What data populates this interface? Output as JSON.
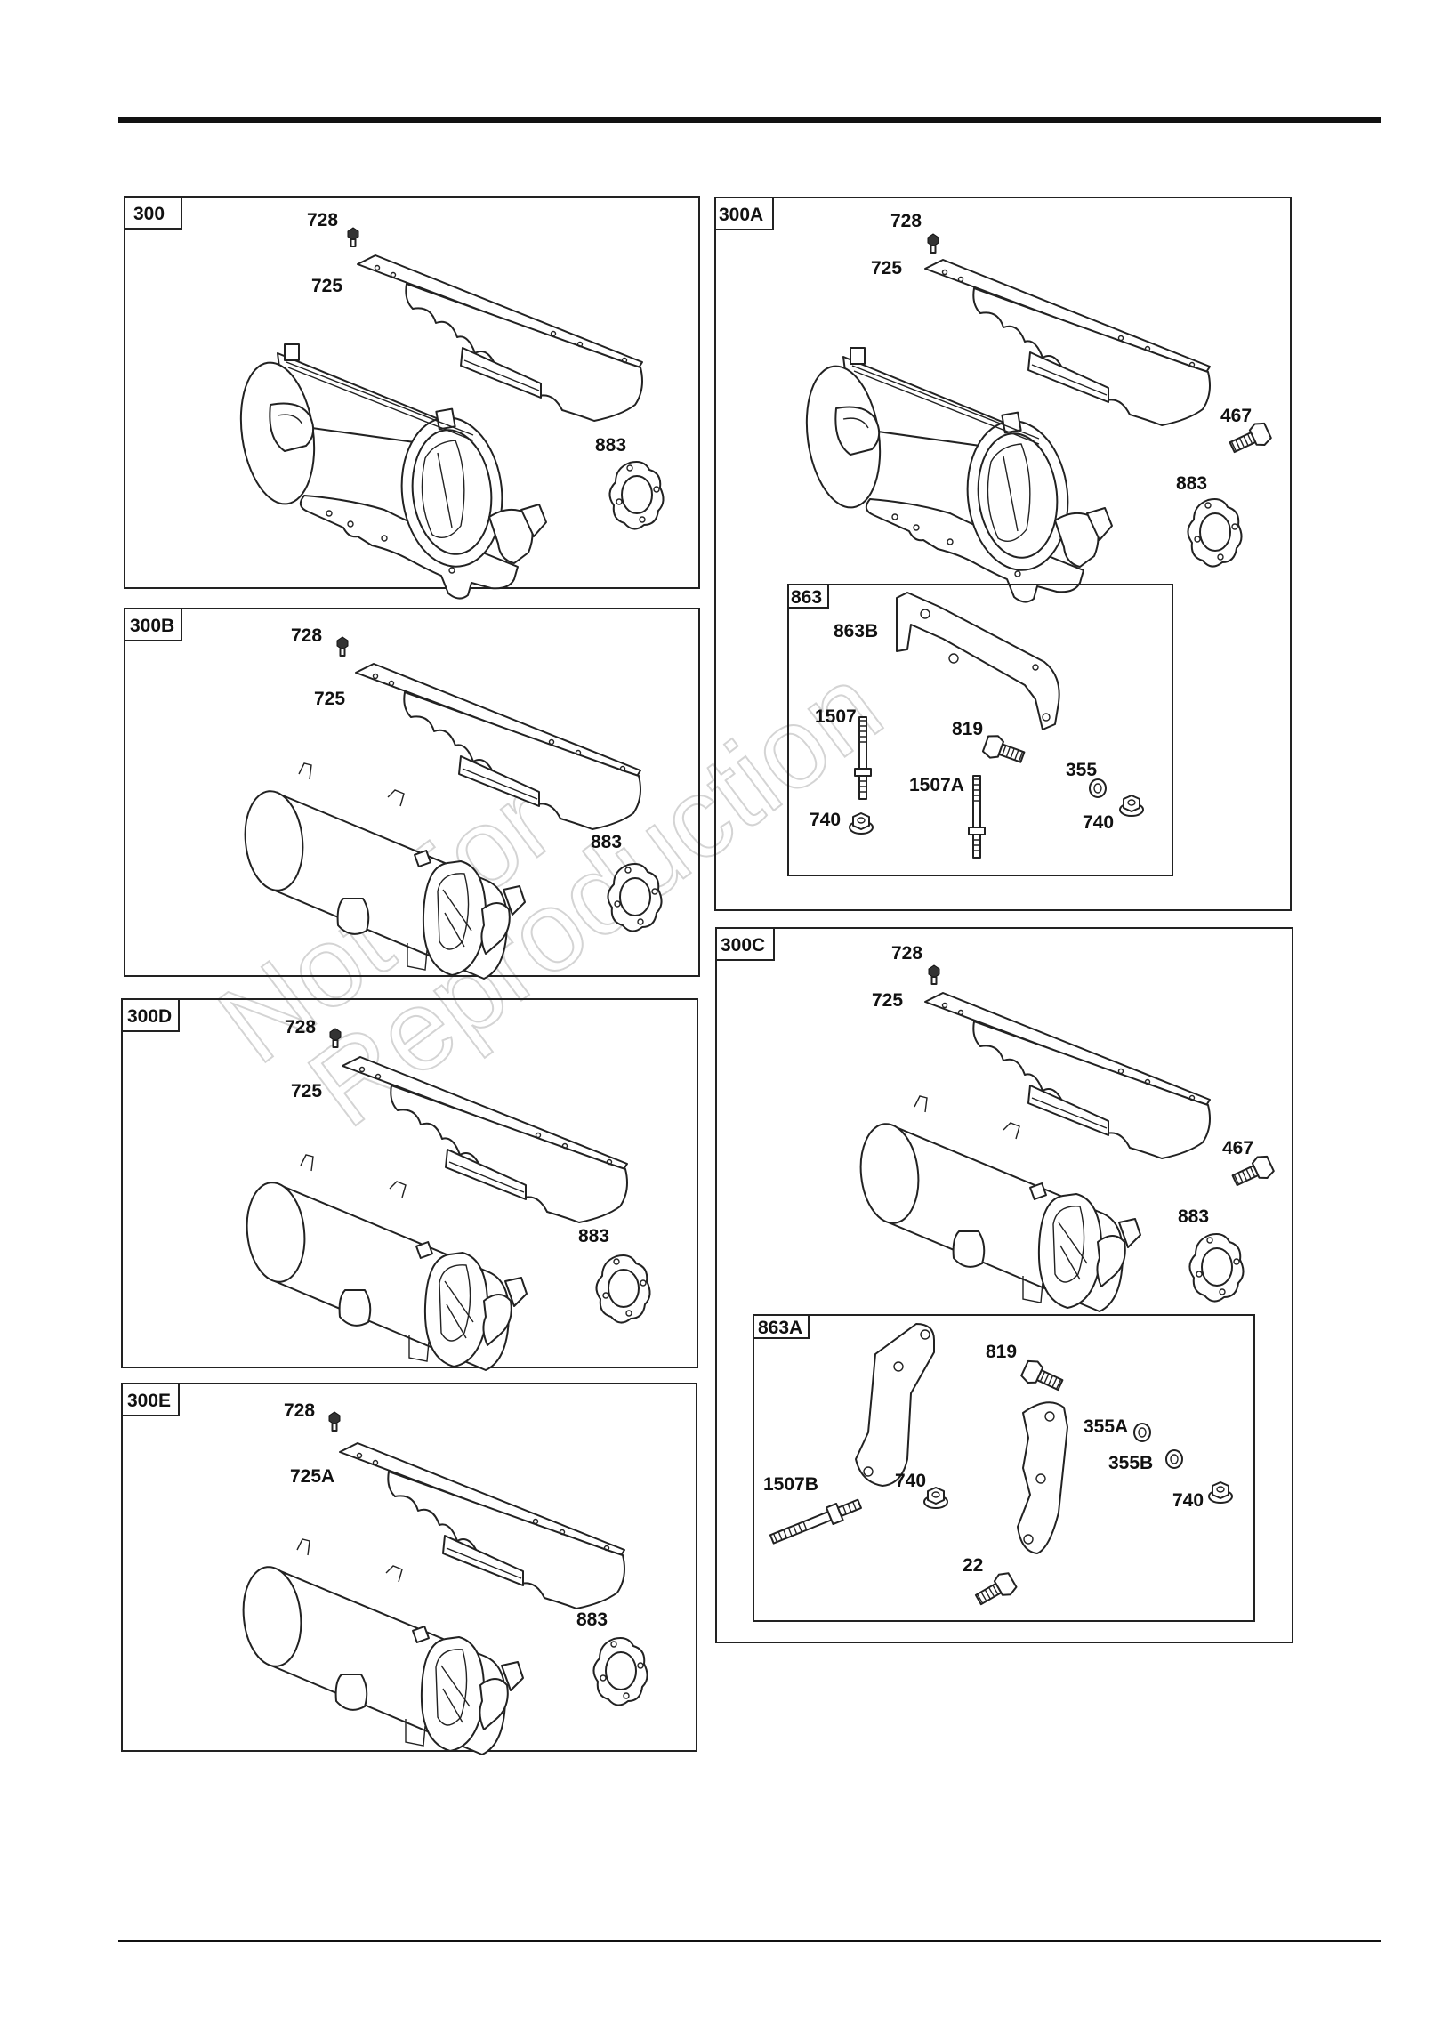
{
  "panels": [
    {
      "id": "300",
      "labels": [
        "728",
        "725",
        "883"
      ]
    },
    {
      "id": "300A",
      "labels": [
        "728",
        "725",
        "467",
        "883"
      ]
    },
    {
      "id": "863",
      "labels": [
        "863B",
        "1507",
        "819",
        "355",
        "1507A",
        "740",
        "740"
      ]
    },
    {
      "id": "300B",
      "labels": [
        "728",
        "725",
        "883"
      ]
    },
    {
      "id": "300C",
      "labels": [
        "728",
        "725",
        "467",
        "883"
      ]
    },
    {
      "id": "300D",
      "labels": [
        "728",
        "725",
        "883"
      ]
    },
    {
      "id": "863A",
      "labels": [
        "819",
        "355A",
        "355B",
        "1507B",
        "740",
        "740",
        "22"
      ]
    },
    {
      "id": "300E",
      "labels": [
        "728",
        "725A",
        "883"
      ]
    }
  ],
  "watermark": {
    "line1": "Not For",
    "line2": "Reproduction"
  },
  "colors": {
    "ink": "#111111",
    "paper": "#ffffff",
    "watermark": "#d4d4d4"
  }
}
